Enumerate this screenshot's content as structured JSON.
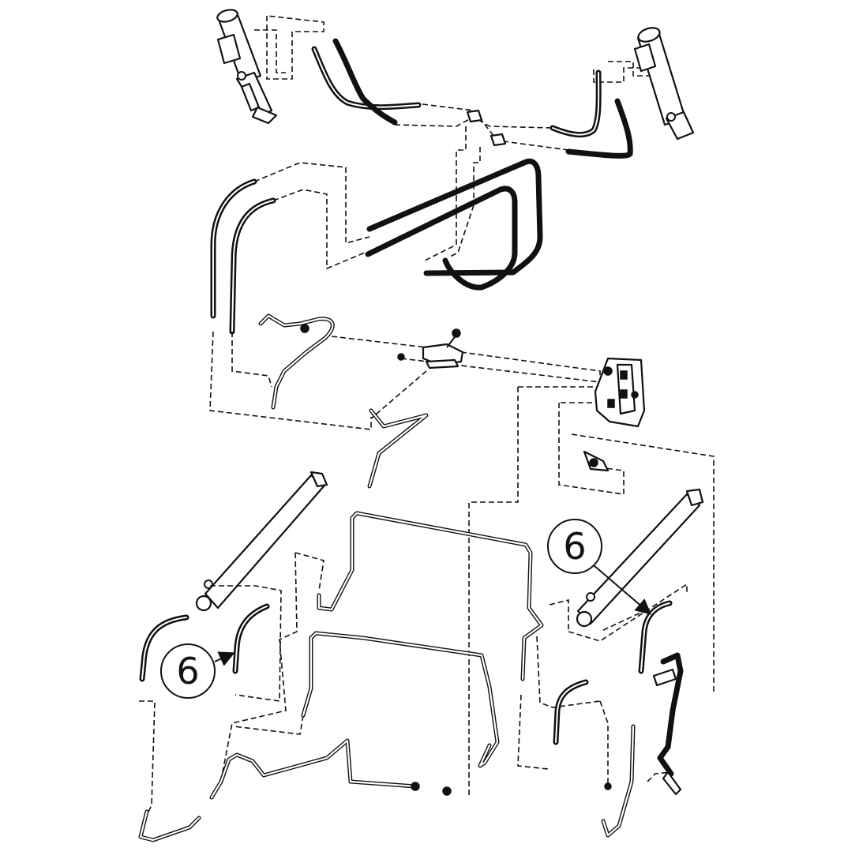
{
  "callouts": [
    {
      "id": "right",
      "label": "6"
    },
    {
      "id": "left",
      "label": "6"
    }
  ]
}
